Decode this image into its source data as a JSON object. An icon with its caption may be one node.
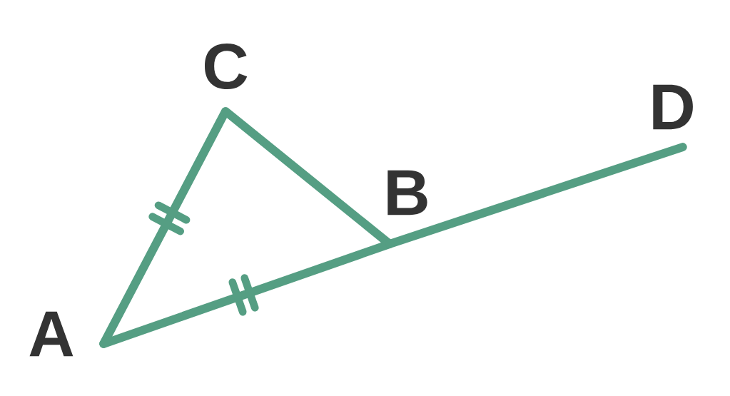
{
  "diagram": {
    "nodes": [
      {
        "text": [],
        "shape": "point",
        "beside": [
          "A"
        ]
      },
      {
        "text": [],
        "shape": "point",
        "beside": [
          "B"
        ]
      },
      {
        "text": [],
        "shape": "point",
        "beside": [
          "C"
        ]
      },
      {
        "text": [],
        "shape": "point",
        "beside": [
          "D"
        ]
      }
    ],
    "edges": [
      {
        "from": 0,
        "to": 2,
        "arrow": "none"
      },
      {
        "from": 2,
        "to": 1,
        "arrow": "none"
      },
      {
        "from": 0,
        "to": 1,
        "arrow": "none"
      },
      {
        "from": 1,
        "to": 3,
        "arrow": "none"
      }
    ]
  }
}
